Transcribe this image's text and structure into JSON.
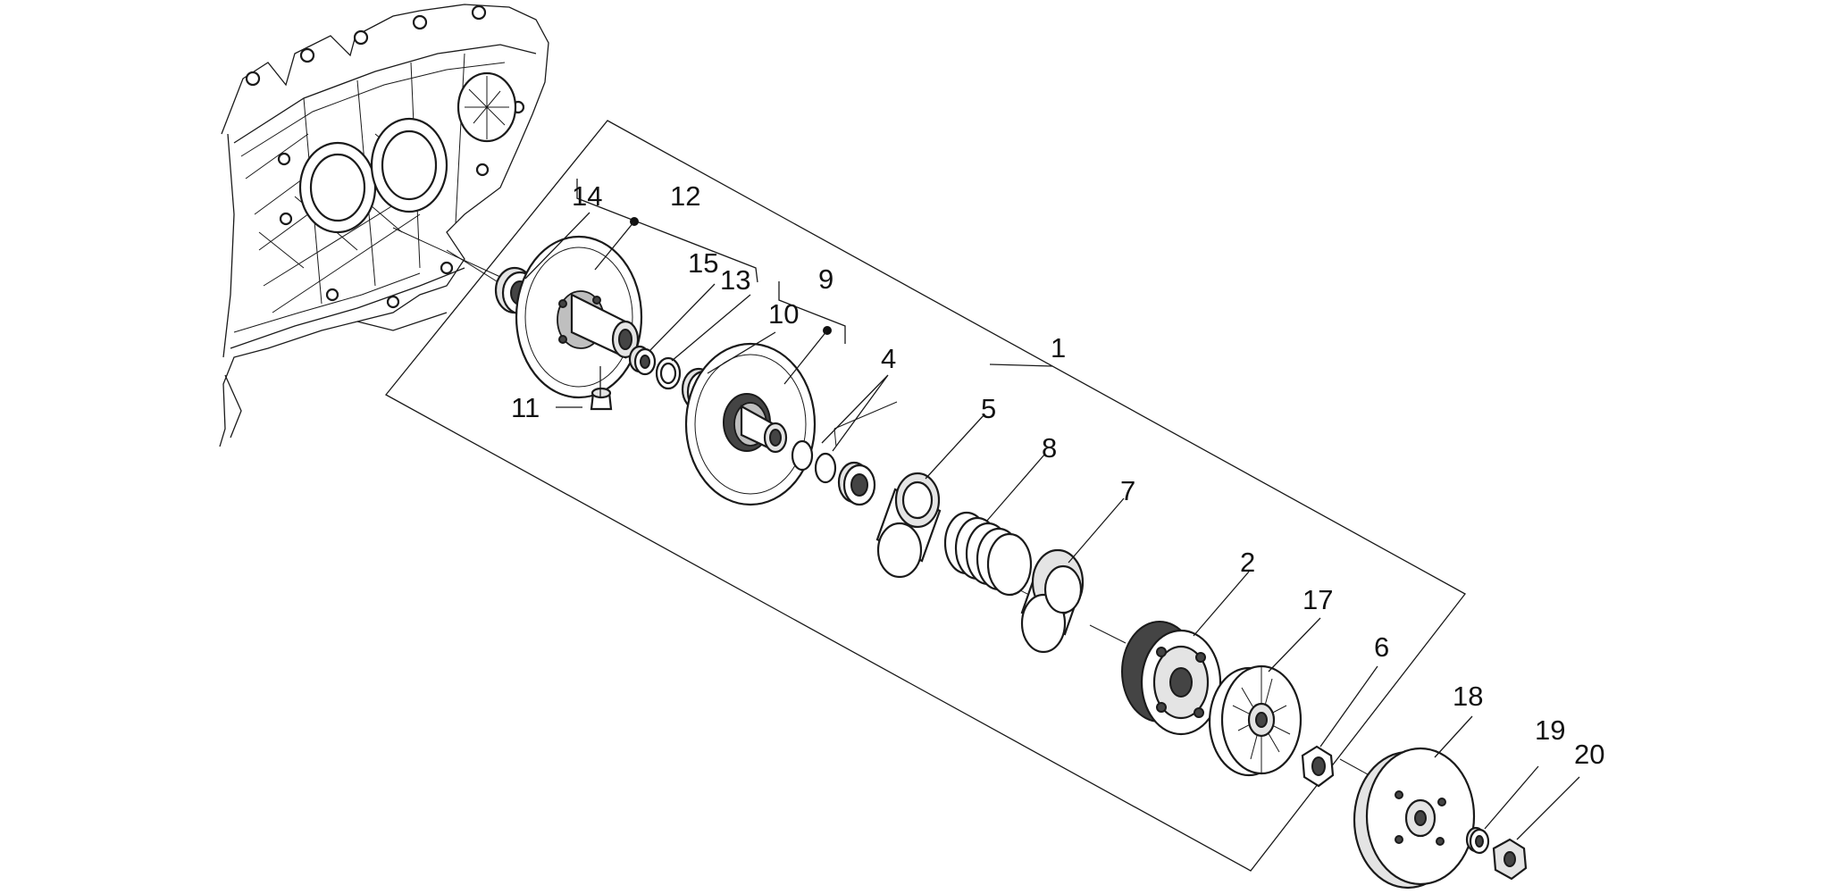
{
  "diagram": {
    "type": "exploded-parts-view",
    "colors": {
      "line": "#1a1a1a",
      "background": "#ffffff",
      "label": "#111111"
    },
    "callouts": [
      {
        "id": "14",
        "text": "14"
      },
      {
        "id": "12",
        "text": "12"
      },
      {
        "id": "15",
        "text": "15"
      },
      {
        "id": "13",
        "text": "13"
      },
      {
        "id": "9",
        "text": "9"
      },
      {
        "id": "10",
        "text": "10"
      },
      {
        "id": "4",
        "text": "4"
      },
      {
        "id": "1",
        "text": "1"
      },
      {
        "id": "5",
        "text": "5"
      },
      {
        "id": "8",
        "text": "8"
      },
      {
        "id": "7",
        "text": "7"
      },
      {
        "id": "11",
        "text": "11"
      },
      {
        "id": "2",
        "text": "2"
      },
      {
        "id": "17",
        "text": "17"
      },
      {
        "id": "6",
        "text": "6"
      },
      {
        "id": "18",
        "text": "18"
      },
      {
        "id": "19",
        "text": "19"
      },
      {
        "id": "20",
        "text": "20"
      }
    ]
  }
}
